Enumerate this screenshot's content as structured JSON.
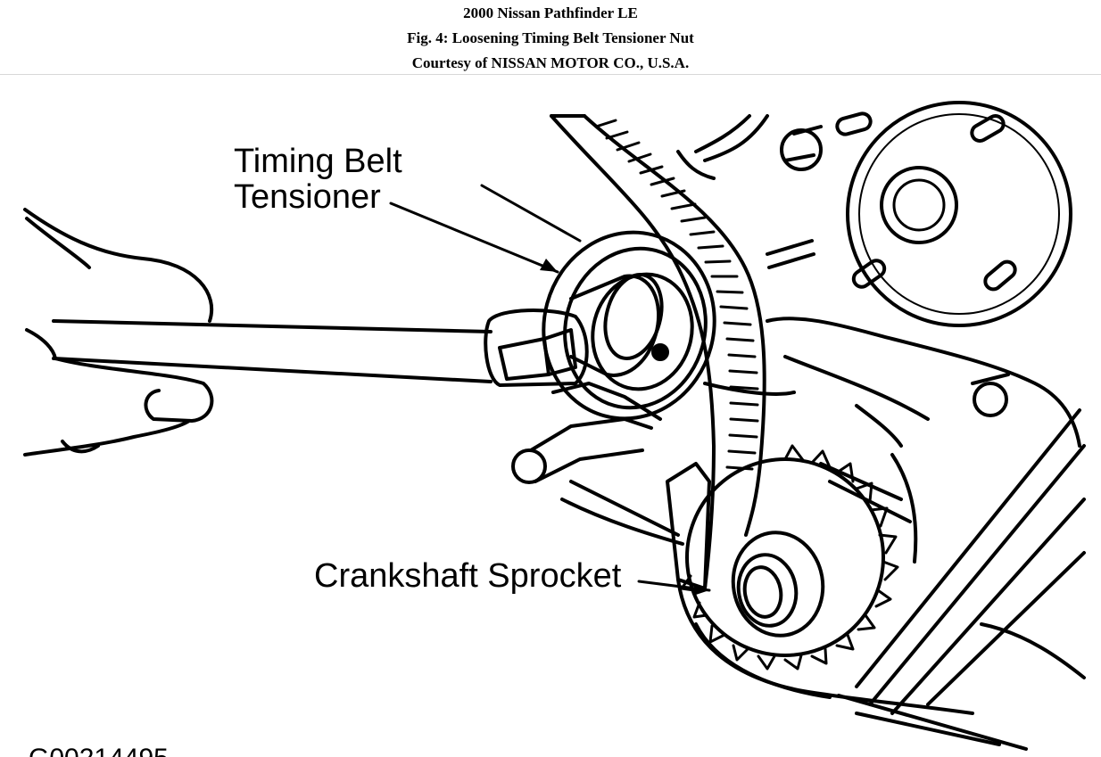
{
  "header": {
    "vehicle": "2000 Nissan Pathfinder LE",
    "figure_caption": "Fig. 4: Loosening Timing Belt Tensioner Nut",
    "courtesy": "Courtesy of NISSAN MOTOR CO., U.S.A."
  },
  "figure": {
    "labels": {
      "tensioner_line1": "Timing Belt",
      "tensioner_line2": "Tensioner",
      "crankshaft": "Crankshaft Sprocket"
    },
    "figure_code": "G00214495"
  }
}
